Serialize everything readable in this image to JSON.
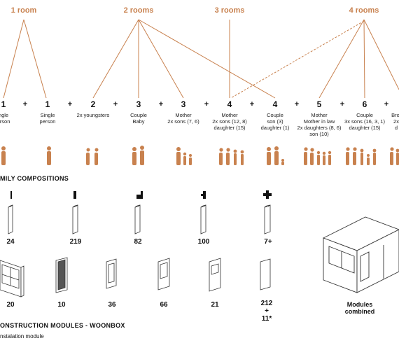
{
  "room_labels": [
    {
      "id": "1",
      "text": "1 room"
    },
    {
      "id": "2",
      "text": "2 rooms"
    },
    {
      "id": "3",
      "text": "3 rooms"
    },
    {
      "id": "4",
      "text": "4 rooms"
    }
  ],
  "families": [
    {
      "number": "1",
      "desc": "ngle\nerson"
    },
    {
      "number": "1",
      "desc": "Single\nperson"
    },
    {
      "number": "2",
      "desc": "2x youngsters"
    },
    {
      "number": "3",
      "desc": "Couple\nBaby"
    },
    {
      "number": "3",
      "desc": "Mother\n2x sons (7, 6)"
    },
    {
      "number": "4",
      "desc": "Mother\n2x sons (12, 8)\ndaughter (15)"
    },
    {
      "number": "4",
      "desc": "Couple\nson (3)\ndaughter (1)"
    },
    {
      "number": "5",
      "desc": "Mother\nMother in law\n2x daughters (8, 6)\nson (10)"
    },
    {
      "number": "6",
      "desc": "Couple\n3x sons (16, 3, 1)\ndaughter (15)"
    },
    {
      "number": "",
      "desc": "Brot\n2x\nd"
    }
  ],
  "plus_sign": "+",
  "family_section_title": "MILY COMPOSITIONS",
  "column_counts": [
    "24",
    "219",
    "82",
    "100",
    "7+"
  ],
  "panel_counts": [
    "20",
    "10",
    "36",
    "66",
    "21",
    "212\n+\n11*"
  ],
  "modules_combined_label": "Modules\ncombined",
  "construction_title": "ONSTRUCTION MODULES - WOONBOX",
  "installation_label": "nstalation module",
  "colors": {
    "accent": "#c8814e",
    "text": "#111111",
    "line": "#333333"
  }
}
